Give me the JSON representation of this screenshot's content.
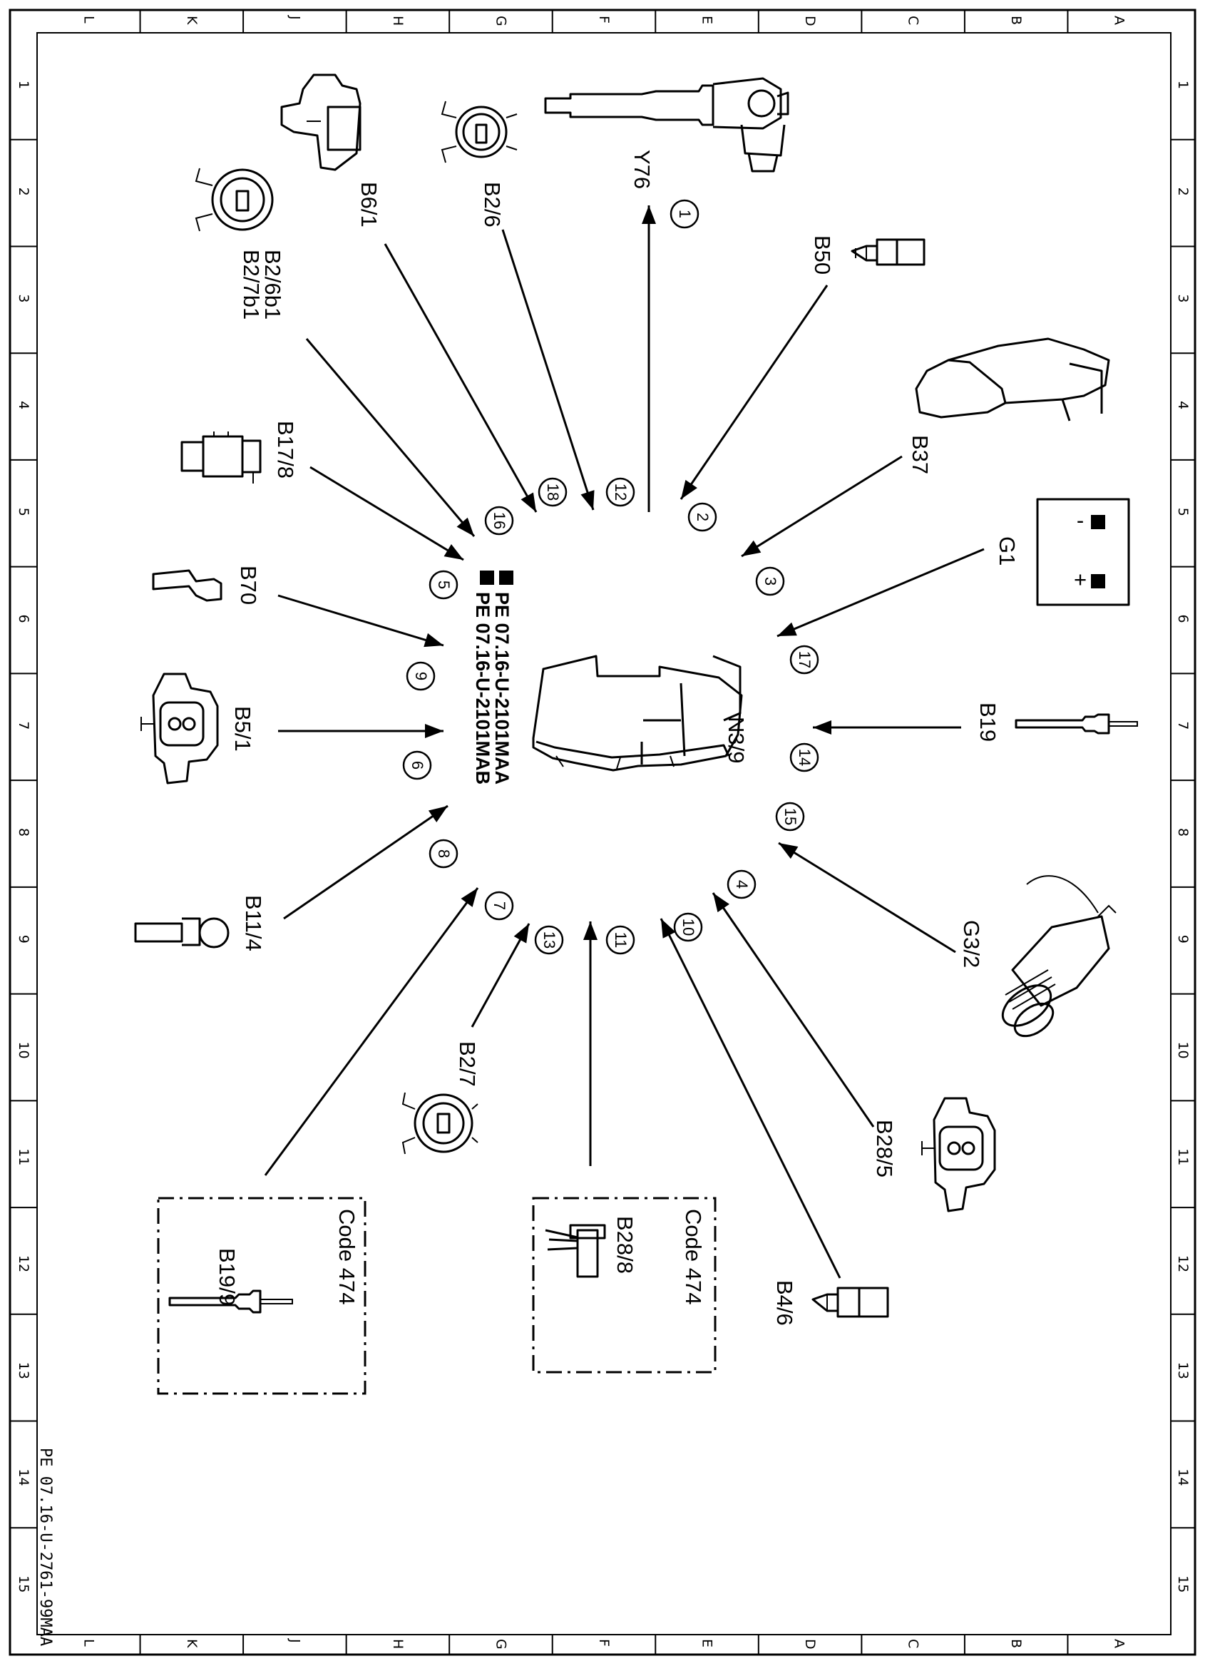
{
  "grid": {
    "columns": [
      "L",
      "K",
      "J",
      "H",
      "G",
      "F",
      "E",
      "D",
      "C",
      "B",
      "A"
    ],
    "rows": [
      "1",
      "2",
      "3",
      "4",
      "5",
      "6",
      "7",
      "8",
      "9",
      "10",
      "11",
      "12",
      "13",
      "14",
      "15"
    ]
  },
  "center": {
    "label": "N3/9",
    "refs": [
      "PE 07.16-U-2101MAA",
      "PE 07.16-U-2101MAB"
    ]
  },
  "components": [
    {
      "id": "Y76",
      "label": "Y76",
      "number": "1"
    },
    {
      "id": "B50",
      "label": "B50",
      "number": "2"
    },
    {
      "id": "B37",
      "label": "B37",
      "number": "3"
    },
    {
      "id": "B28-5",
      "label": "B28/5",
      "number": "4"
    },
    {
      "id": "B17-8",
      "label": "B17/8",
      "number": "5"
    },
    {
      "id": "B5-1",
      "label": "B5/1",
      "number": "6"
    },
    {
      "id": "B19-9",
      "label": "B19/9",
      "number": "7"
    },
    {
      "id": "B11-4",
      "label": "B11/4",
      "number": "8"
    },
    {
      "id": "B70",
      "label": "B70",
      "number": "9"
    },
    {
      "id": "B4-6",
      "label": "B4/6",
      "number": "10"
    },
    {
      "id": "B28-8",
      "label": "B28/8",
      "number": "11"
    },
    {
      "id": "B2-6",
      "label": "B2/6",
      "number": "12"
    },
    {
      "id": "B2-7",
      "label": "B2/7",
      "number": "13"
    },
    {
      "id": "B19",
      "label": "B19",
      "number": "14"
    },
    {
      "id": "G3-2",
      "label": "G3/2",
      "number": "15"
    },
    {
      "id": "B2-6b1",
      "label": "B2/6b1",
      "label2": "B2/7b1",
      "number": "16"
    },
    {
      "id": "G1",
      "label": "G1",
      "number": "17"
    },
    {
      "id": "B6-1",
      "label": "B6/1",
      "number": "18"
    }
  ],
  "code_boxes": [
    {
      "label": "Code 474",
      "component": "B19/9"
    },
    {
      "label": "Code 474",
      "component": "B28/8"
    }
  ],
  "battery": {
    "minus": "-",
    "plus": "+"
  },
  "footer": "PE 07.16-U-2761-99MAA"
}
